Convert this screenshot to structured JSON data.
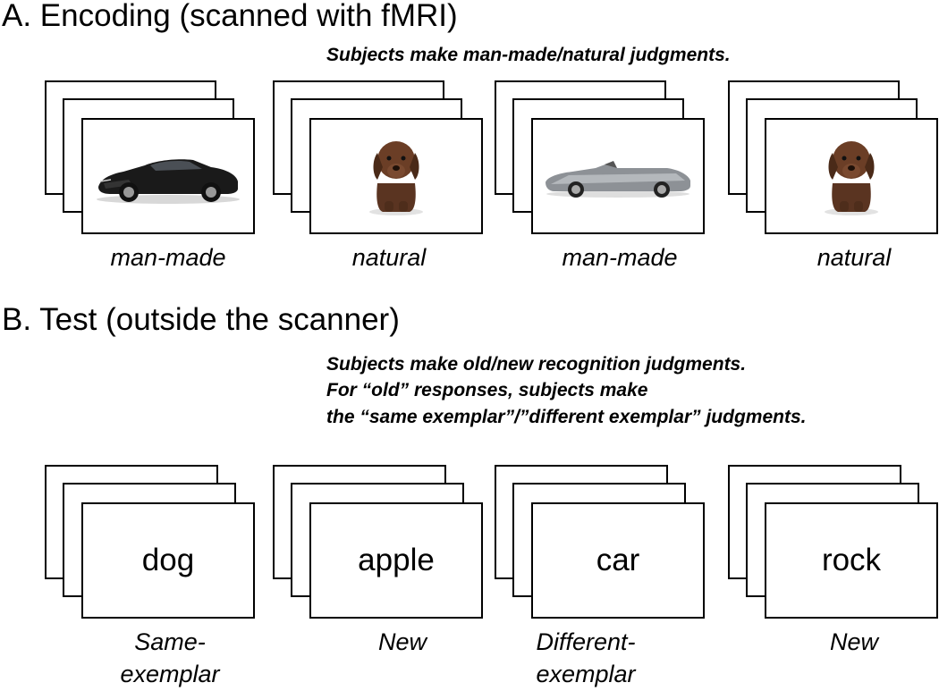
{
  "sectionA": {
    "title": "A. Encoding (scanned with fMRI)",
    "instruction": "Subjects make man-made/natural judgments.",
    "items": [
      {
        "image": "black-sports-car",
        "label": "man-made"
      },
      {
        "image": "brown-puppy",
        "label": "natural"
      },
      {
        "image": "silver-convertible-car",
        "label": "man-made"
      },
      {
        "image": "brown-puppy",
        "label": "natural"
      }
    ]
  },
  "sectionB": {
    "title": "B. Test (outside the scanner)",
    "instruction": [
      "Subjects make old/new recognition judgments.",
      "For “old”  responses, subjects make",
      "the “same exemplar”/”different exemplar” judgments."
    ],
    "items": [
      {
        "word": "dog",
        "label": [
          "Same-",
          "exemplar"
        ]
      },
      {
        "word": "apple",
        "label": [
          "New"
        ]
      },
      {
        "word": "car",
        "label": [
          "Different-",
          "exemplar"
        ]
      },
      {
        "word": "rock",
        "label": [
          "New"
        ]
      }
    ]
  }
}
